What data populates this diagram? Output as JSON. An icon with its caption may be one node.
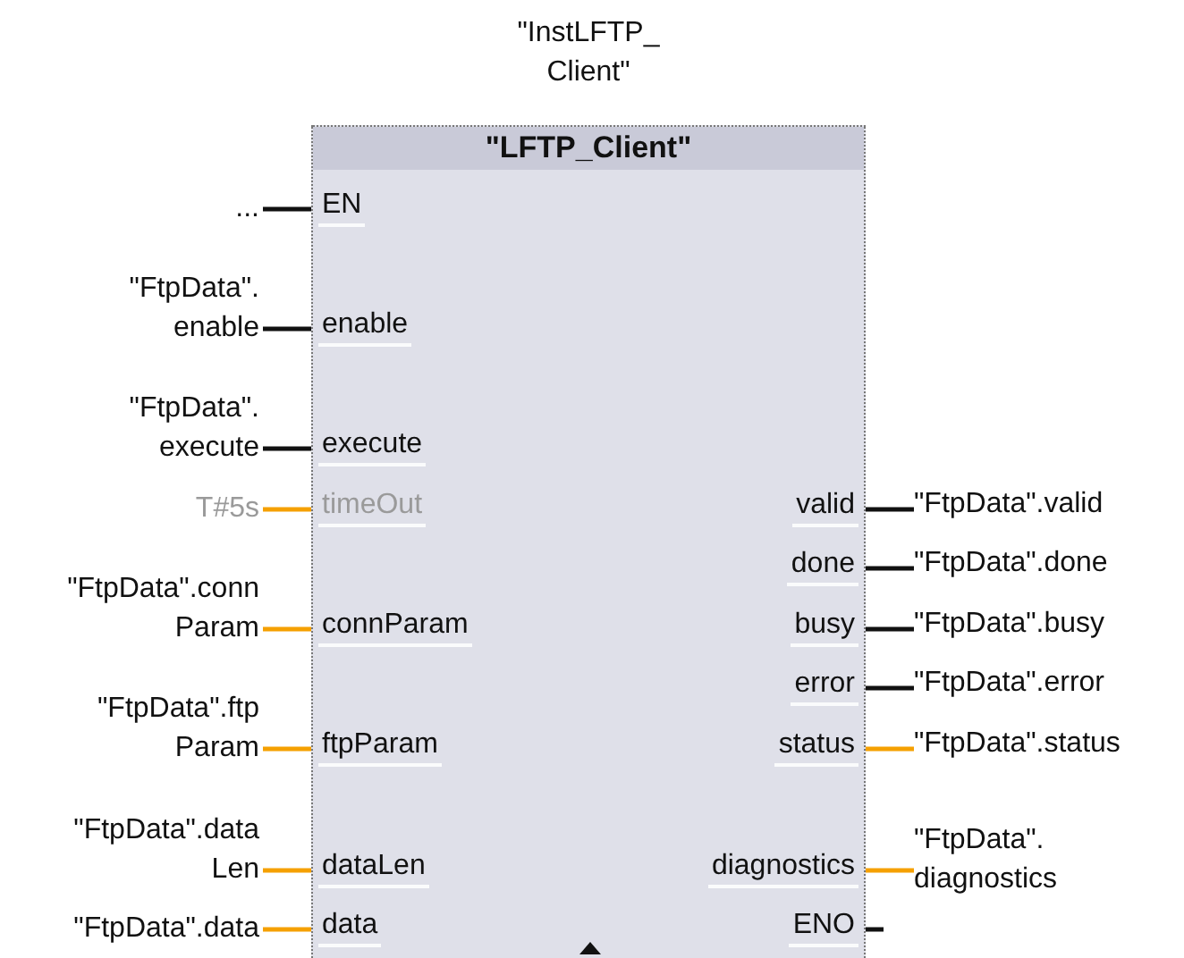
{
  "diagram": {
    "nodes": [
      {
        "text": [
          "\"LFTP_Client\""
        ],
        "beside": [
          "\"InstLFTP_ Client\""
        ]
      },
      {
        "text": [
          "EN"
        ],
        "in": 0
      },
      {
        "text": [
          "enable"
        ],
        "in": 0
      },
      {
        "text": [
          "execute"
        ],
        "in": 0
      },
      {
        "text": [
          "timeOut"
        ],
        "in": 0
      },
      {
        "text": [
          "connParam"
        ],
        "in": 0
      },
      {
        "text": [
          "ftpParam"
        ],
        "in": 0
      },
      {
        "text": [
          "dataLen"
        ],
        "in": 0
      },
      {
        "text": [
          "data"
        ],
        "in": 0
      },
      {
        "text": [
          "valid"
        ],
        "in": 0
      },
      {
        "text": [
          "done"
        ],
        "in": 0
      },
      {
        "text": [
          "busy"
        ],
        "in": 0
      },
      {
        "text": [
          "error"
        ],
        "in": 0
      },
      {
        "text": [
          "status"
        ],
        "in": 0
      },
      {
        "text": [
          "diagnostics"
        ],
        "in": 0
      },
      {
        "text": [
          "ENO"
        ],
        "in": 0
      },
      {
        "text": [
          "..."
        ]
      },
      {
        "text": [
          "\"FtpData\". enable"
        ]
      },
      {
        "text": [
          "\"FtpData\". execute"
        ]
      },
      {
        "text": [
          "T#5s"
        ]
      },
      {
        "text": [
          "\"FtpData\".conn Param"
        ]
      },
      {
        "text": [
          "\"FtpData\".ftp Param"
        ]
      },
      {
        "text": [
          "\"FtpData\".data Len"
        ]
      },
      {
        "text": [
          "\"FtpData\".data"
        ]
      },
      {
        "text": [
          "\"FtpData\".valid"
        ]
      },
      {
        "text": [
          "\"FtpData\".done"
        ]
      },
      {
        "text": [
          "\"FtpData\".busy"
        ]
      },
      {
        "text": [
          "\"FtpData\".error"
        ]
      },
      {
        "text": [
          "\"FtpData\".status"
        ]
      },
      {
        "text": [
          "\"FtpData\". diagnostics"
        ]
      }
    ],
    "edges": [
      {
        "from": 16,
        "to": 1,
        "arrow": "none"
      },
      {
        "from": 17,
        "to": 2,
        "arrow": "none"
      },
      {
        "from": 18,
        "to": 3,
        "arrow": "none"
      },
      {
        "from": 19,
        "to": 4,
        "arrow": "none",
        "color": "#f5a000"
      },
      {
        "from": 20,
        "to": 5,
        "arrow": "none",
        "color": "#f5a000"
      },
      {
        "from": 21,
        "to": 6,
        "arrow": "none",
        "color": "#f5a000"
      },
      {
        "from": 22,
        "to": 7,
        "arrow": "none",
        "color": "#f5a000"
      },
      {
        "from": 23,
        "to": 8,
        "arrow": "none",
        "color": "#f5a000"
      },
      {
        "from": 9,
        "to": 24,
        "arrow": "none"
      },
      {
        "from": 10,
        "to": 25,
        "arrow": "none"
      },
      {
        "from": 11,
        "to": 26,
        "arrow": "none"
      },
      {
        "from": 12,
        "to": 27,
        "arrow": "none"
      },
      {
        "from": 13,
        "to": 28,
        "arrow": "none",
        "color": "#f5a000"
      },
      {
        "from": 14,
        "to": 29,
        "arrow": "none",
        "color": "#f5a000"
      },
      {
        "from": 15,
        "to": null,
        "arrow": "none"
      }
    ]
  }
}
